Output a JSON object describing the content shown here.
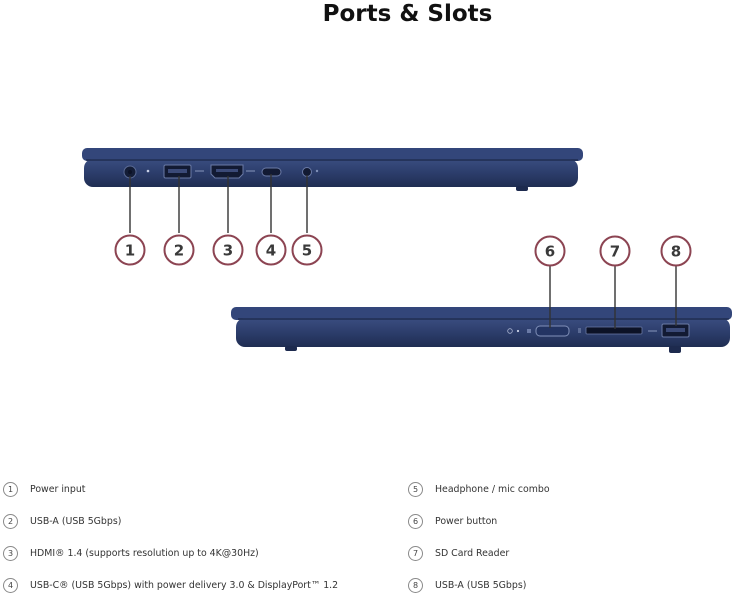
{
  "title": "Ports & Slots",
  "colors": {
    "laptop_body": "#2c3d6b",
    "laptop_dark": "#1d2a4e",
    "callout_ring": "#8c4452",
    "leader_line": "#333333"
  },
  "left_side": {
    "callouts": [
      "1",
      "2",
      "3",
      "4",
      "5"
    ],
    "port_icons": [
      "power-input-icon",
      "usb-a-port-icon",
      "hdmi-port-icon",
      "usb-c-port-icon",
      "headphone-jack-icon"
    ]
  },
  "right_side": {
    "callouts": [
      "6",
      "7",
      "8"
    ],
    "port_icons": [
      "power-button-icon",
      "sd-card-slot-icon",
      "usb-a-port-icon"
    ]
  },
  "legend": [
    {
      "num": "1",
      "label": "Power input"
    },
    {
      "num": "2",
      "label": "USB-A (USB 5Gbps)"
    },
    {
      "num": "3",
      "label": "HDMI® 1.4 (supports resolution up to 4K@30Hz)"
    },
    {
      "num": "4",
      "label": "USB-C® (USB 5Gbps) with power delivery 3.0 & DisplayPort™ 1.2"
    },
    {
      "num": "5",
      "label": "Headphone / mic combo"
    },
    {
      "num": "6",
      "label": "Power button"
    },
    {
      "num": "7",
      "label": "SD Card Reader"
    },
    {
      "num": "8",
      "label": "USB-A (USB 5Gbps)"
    }
  ]
}
